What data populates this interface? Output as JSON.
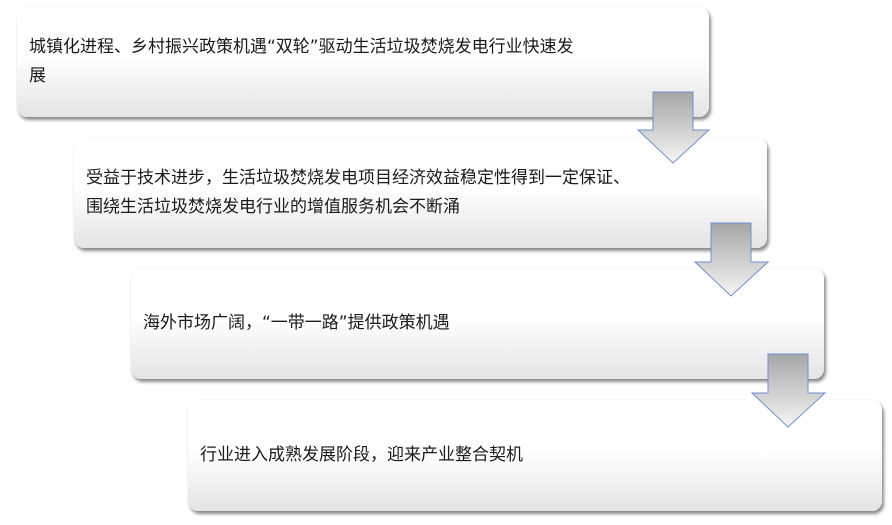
{
  "diagram": {
    "type": "staircase-process-flow",
    "colors": {
      "box_fill_top": "#ffffff",
      "box_fill_bottom": "#e4e4e4",
      "arrow_fill_top": "#a6a6a6",
      "arrow_fill_bottom": "#f2f2f2",
      "arrow_stroke": "#6f8fcf",
      "text": "#1a1a1a"
    },
    "steps": [
      {
        "text": "城镇化进程、乡村振兴政策机遇“双轮”驱动生活垃圾焚烧发电行业快速发展"
      },
      {
        "text": "受益于技术进步，生活垃圾焚烧发电项目经济效益稳定性得到一定保证、围绕生活垃圾焚烧发电行业的增值服务机会不断涌"
      },
      {
        "text": "海外市场广阔，“一带一路”提供政策机遇"
      },
      {
        "text": "行业进入成熟发展阶段，迎来产业整合契机"
      }
    ],
    "arrows": [
      {
        "from": 1,
        "to": 2,
        "direction": "down"
      },
      {
        "from": 2,
        "to": 3,
        "direction": "down"
      },
      {
        "from": 3,
        "to": 4,
        "direction": "down"
      }
    ]
  }
}
